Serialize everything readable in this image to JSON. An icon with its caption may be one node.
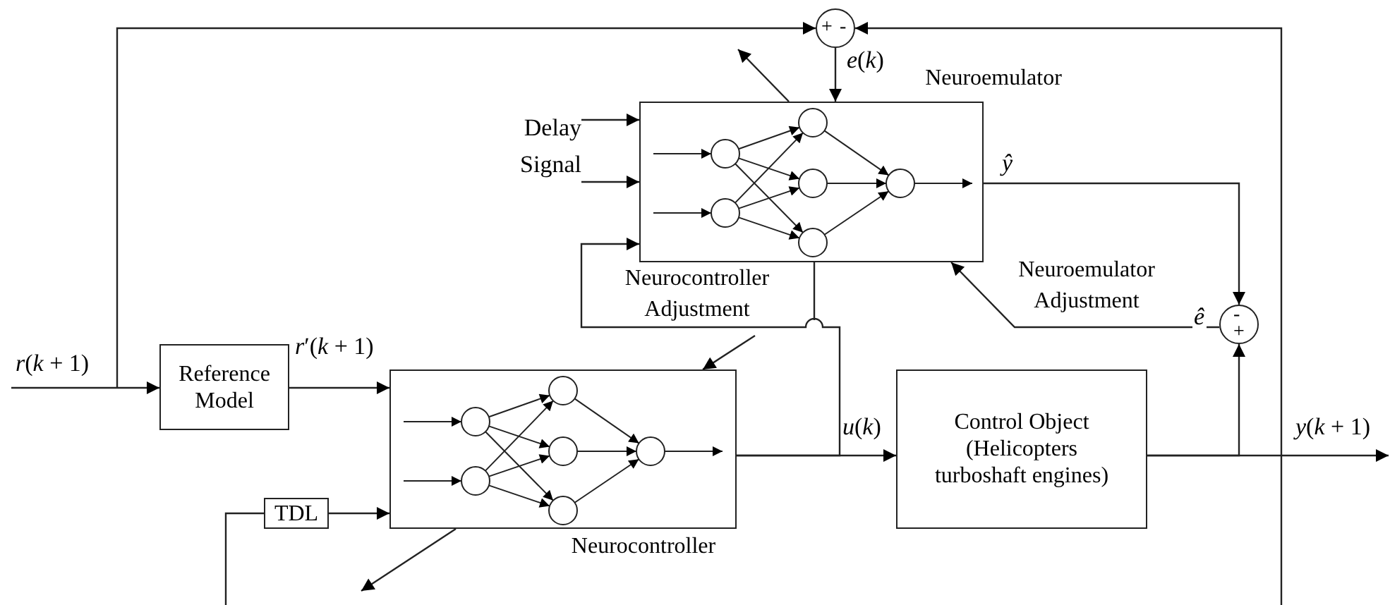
{
  "diagram": {
    "nodes": [
      {
        "text": [
          "Reference Model"
        ]
      },
      {
        "text": [
          "Neurocontroller"
        ]
      },
      {
        "text": [
          "TDL"
        ]
      },
      {
        "text": [
          "Control Object (Helicopters turboshaft engines)"
        ]
      },
      {
        "text": [
          "Neuroemulator"
        ]
      },
      {
        "text": [
          "+",
          "-"
        ]
      },
      {
        "text": [
          "-",
          "+"
        ]
      },
      {
        "text": [
          "Delay Signal"
        ]
      }
    ],
    "edges": [
      {
        "from": null,
        "to": 0,
        "arrow": "to",
        "label": "*r*(*k* + 1)"
      },
      {
        "from": null,
        "to": 5,
        "arrow": "to"
      },
      {
        "from": 0,
        "to": 1,
        "arrow": "to",
        "label": "*r*′(*k* + 1)"
      },
      {
        "from": null,
        "to": 2,
        "arrow": "none"
      },
      {
        "from": 2,
        "to": 1,
        "arrow": "to"
      },
      {
        "from": 1,
        "to": 3,
        "arrow": "to",
        "label": "*u*(*k*)"
      },
      {
        "from": 1,
        "to": 4,
        "arrow": "to"
      },
      {
        "from": 3,
        "to": null,
        "arrow": "to",
        "label": "*y*(*k* + 1)"
      },
      {
        "from": 3,
        "to": 6,
        "arrow": "to"
      },
      {
        "from": null,
        "to": 5,
        "arrow": "to"
      },
      {
        "from": 5,
        "to": 4,
        "arrow": "to",
        "label": "*e*(*k*)"
      },
      {
        "from": 4,
        "to": 6,
        "arrow": "to",
        "label": "ŷ"
      },
      {
        "from": 6,
        "to": 4,
        "arrow": "to",
        "label": "ê"
      },
      {
        "from": 7,
        "to": 4,
        "arrow": "to"
      },
      {
        "from": 7,
        "to": 4,
        "arrow": "to"
      },
      {
        "from": 4,
        "to": null,
        "arrow": "none"
      }
    ],
    "labels": [
      "Neurocontroller Adjustment",
      "Neuroemulator Adjustment"
    ]
  }
}
